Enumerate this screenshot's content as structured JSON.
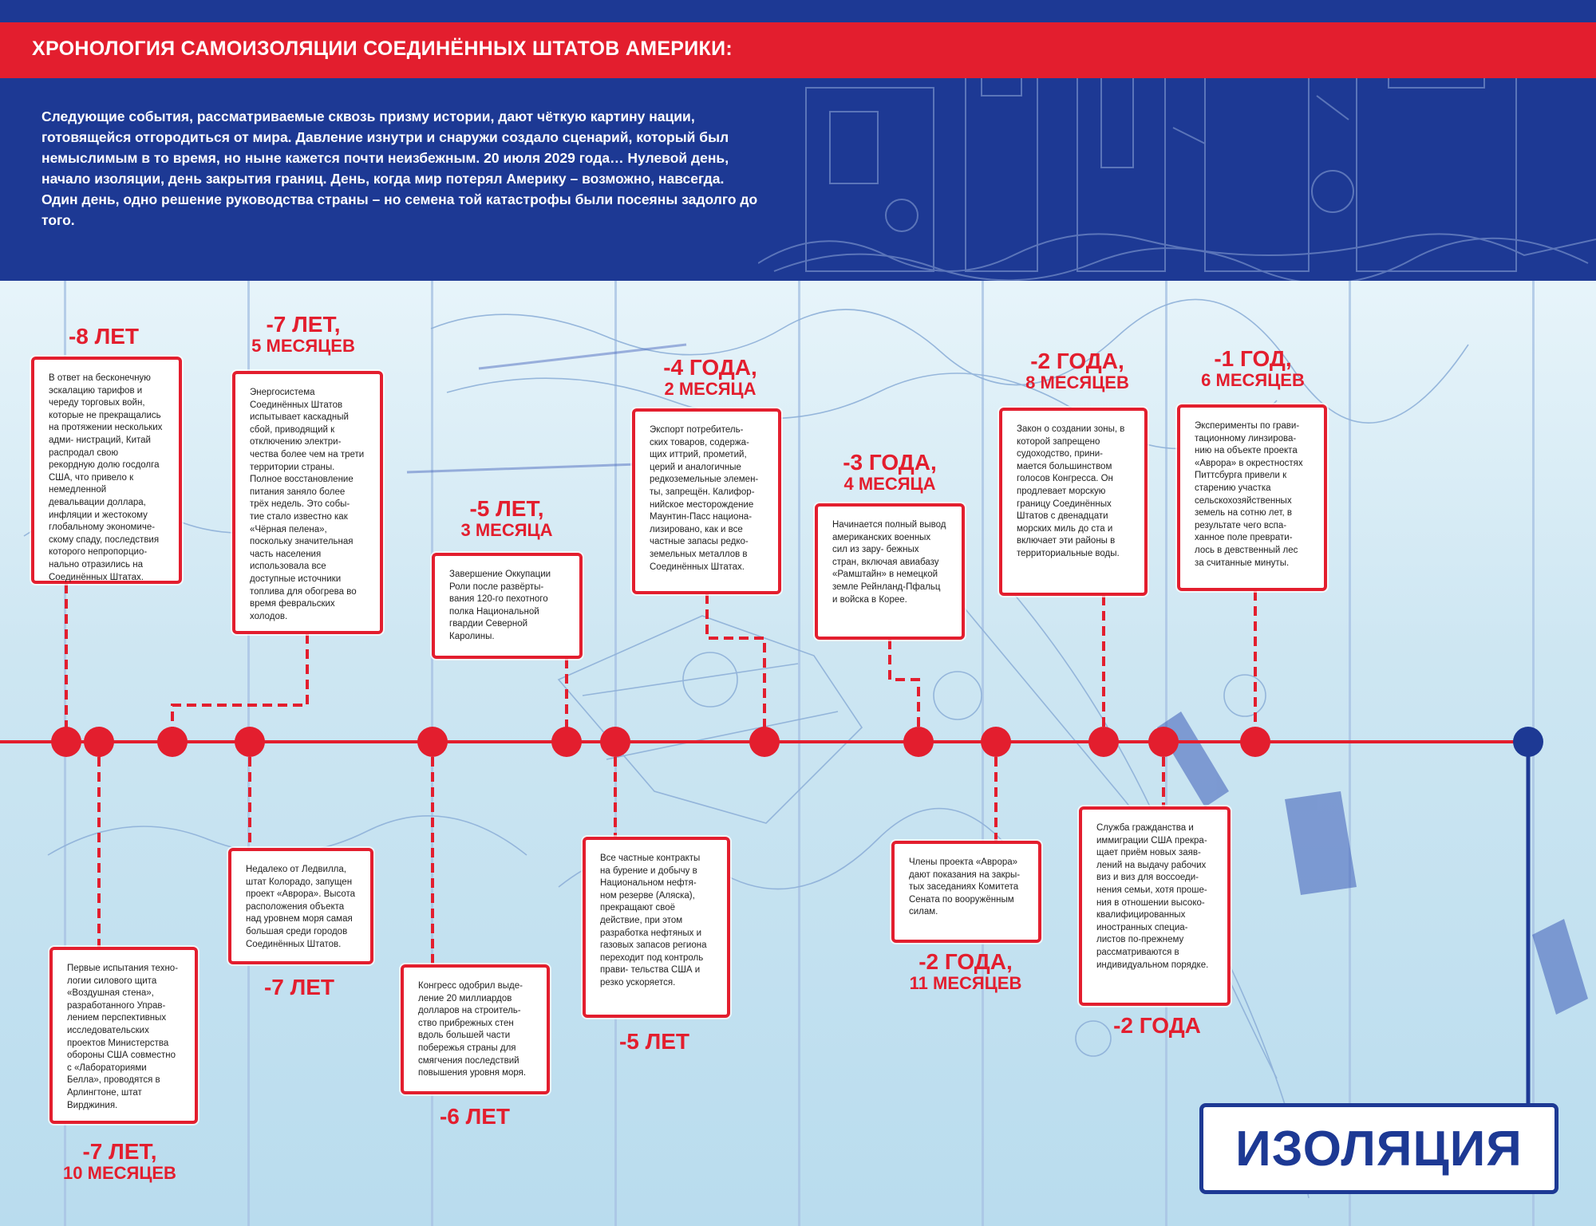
{
  "header": {
    "title": "ХРОНОЛОГИЯ САМОИЗОЛЯЦИИ СОЕДИНЁННЫХ ШТАТОВ АМЕРИКИ:",
    "intro": "Следующие события, рассматриваемые сквозь призму истории, дают чёткую картину нации, готовящейся отгородиться от мира. Давление изнутри и снаружи создало сценарий, который был немыслимым в то время, но ныне кажется почти неизбежным. 20 июля 2029 года… Нулевой день, начало изоляции, день закрытия границ. День, когда мир потерял Америку – возможно, навсегда. Один день, одно решение руководства страны – но семена той катастрофы были посеяны задолго до того."
  },
  "colors": {
    "red": "#e31e2e",
    "blue": "#1d3994",
    "sky": "#cfe6f3"
  },
  "events": [
    {
      "id": "e1",
      "label1": "-8 ЛЕТ",
      "label2": "",
      "text": "В ответ на бесконечную эскалацию тарифов и череду торговых войн, которые не прекращались на протяжении нескольких адми- нистраций, Китай распродал свою рекордную долю госдолга США, что привело к немедленной девальвации доллара, инфляции и жестокому глобальному экономиче- скому спаду, последствия которого непропорцио- нально отразились на Соединённых Штатах."
    },
    {
      "id": "e2",
      "label1": "-7 ЛЕТ,",
      "label2": "10 МЕСЯЦЕВ",
      "text": "Первые испытания техно- логии силового щита «Воздушная стена», разработанного Управ- лением перспективных исследовательских проектов Министерства обороны США совместно с «Лабораториями Белла», проводятся в Арлингтоне, штат Вирджиния."
    },
    {
      "id": "e3",
      "label1": "-7 ЛЕТ,",
      "label2": "5 МЕСЯЦЕВ",
      "text": "Энергосистема Соединённых Штатов испытывает каскадный сбой, приводящий к отключению электри- чества более чем на трети территории страны. Полное восстановление питания заняло более трёх недель. Это собы- тие стало известно как «Чёрная пелена», поскольку значительная часть населения использовала все доступные источники топлива для обогрева во время февральских холодов."
    },
    {
      "id": "e4",
      "label1": "-7 ЛЕТ",
      "label2": "",
      "text": "Недалеко от Ледвилла, штат Колорадо, запущен проект «Аврора».  Высота расположения объекта над уровнем моря самая большая среди городов Соединённых Штатов."
    },
    {
      "id": "e5",
      "label1": "-6 ЛЕТ",
      "label2": "",
      "text": "Конгресс одобрил выде- ление 20 миллиардов долларов на строитель- ство прибрежных стен вдоль большей части побережья страны для смягчения последствий повышения уровня моря."
    },
    {
      "id": "e6",
      "label1": "-5 ЛЕТ,",
      "label2": "3 МЕСЯЦА",
      "text": "Завершение Оккупации Роли после развёрты- вания 120-го пехотного полка Национальной гвардии Северной Каролины."
    },
    {
      "id": "e7",
      "label1": "-5 ЛЕТ",
      "label2": "",
      "text": "Все частные контракты на бурение и добычу в Национальном нефтя- ном резерве (Аляска), прекращают своё действие, при этом разработка нефтяных и газовых запасов региона переходит под контроль прави- тельства США и резко ускоряется."
    },
    {
      "id": "e8",
      "label1": "-4 ГОДА,",
      "label2": "2 МЕСЯЦА",
      "text": "Экспорт потребитель- ских товаров, содержа- щих иттрий, прометий, церий и аналогичные редкоземельные элемен- ты, запрещён. Калифор- нийское месторождение Маунтин-Пасс национа- лизировано, как и все частные запасы редко- земельных металлов в Соединённых Штатах."
    },
    {
      "id": "e9",
      "label1": "-3 ГОДА,",
      "label2": "4 МЕСЯЦА",
      "text": "Начинается полный вывод американских военных сил из зару- бежных стран, включая авиабазу «Рамштайн» в немецкой земле Рейнланд-Пфальц и войска в Корее."
    },
    {
      "id": "e10",
      "label1": "-2 ГОДА,",
      "label2": "11 МЕСЯЦЕВ",
      "text": "Члены проекта «Аврора» дают показания на закры- тых заседаниях Комитета Сената по вооружённым силам."
    },
    {
      "id": "e11",
      "label1": "-2 ГОДА,",
      "label2": "8 МЕСЯЦЕВ",
      "text": "Закон о создании зоны, в которой запрещено судоходство, прини- мается большинством голосов Конгресса. Он продлевает морскую границу Соединённых Штатов с двенадцати морских миль до ста и включает эти районы в территориальные воды."
    },
    {
      "id": "e12",
      "label1": "-2 ГОДА",
      "label2": "",
      "text": "Служба гражданства и иммиграции США прекра- щает приём новых заяв- лений на выдачу рабочих виз и виз для воссоеди- нения семьи, хотя проше- ния в отношении высоко- квалифицированных иностранных специа- листов по-прежнему рассматриваются в индивидуальном порядке."
    },
    {
      "id": "e13",
      "label1": "-1 ГОД,",
      "label2": "6 МЕСЯЦЕВ",
      "text": "Эксперименты по грави- тационному линзирова- нию на объекте проекта «Аврора» в окрестностях Питтсбурга привели к старению участка сельскохозяйственных земель на сотню лет, в результате чего вспа- ханное поле преврати- лось в девственный лес за считанные минуты."
    }
  ],
  "final": {
    "label": "ИЗОЛЯЦИЯ"
  }
}
